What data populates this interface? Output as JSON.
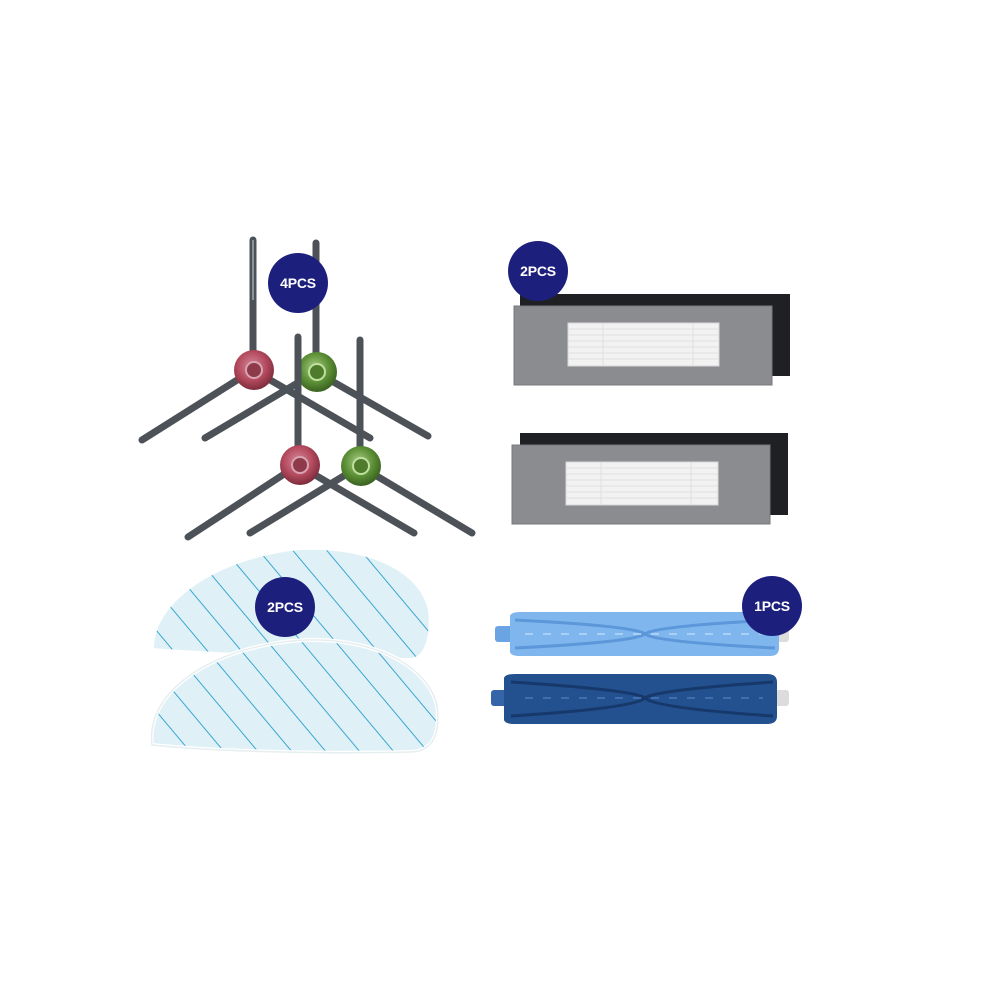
{
  "products": {
    "side_brushes": {
      "quantity_label": "4PCS"
    },
    "hepa_filters": {
      "quantity_label": "2PCS"
    },
    "mop_pads": {
      "quantity_label": "2PCS"
    },
    "main_brushes": {
      "quantity_label": "1PCS"
    }
  },
  "colors": {
    "badge": "#1d1f7c",
    "brush_hub_red": "#b44a5e",
    "brush_hub_green": "#5c8f36",
    "brush_arm": "#4d5259",
    "filter_frame": "#8a8c8f",
    "filter_media": "#f2f2f2",
    "mop_pad": "#dff1f7",
    "mop_stripe": "#3aa6d2",
    "roller_light": "#7fb6ee",
    "roller_dark": "#23508f"
  }
}
